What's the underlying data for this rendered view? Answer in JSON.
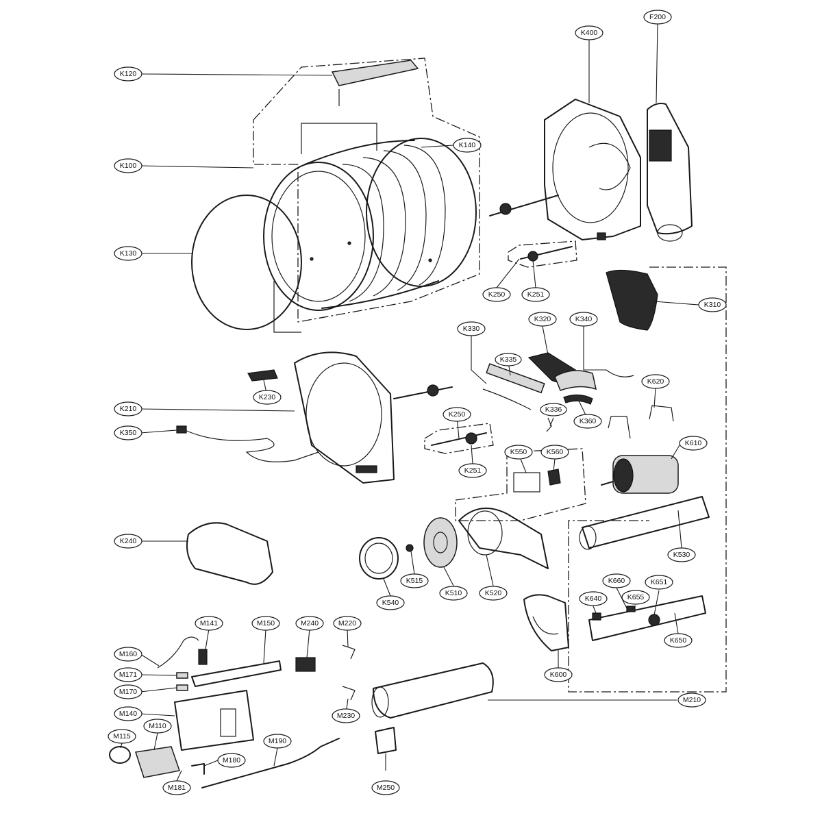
{
  "labels": [
    "K120",
    "K100",
    "K130",
    "K140",
    "K400",
    "F200",
    "K250",
    "K251",
    "K310",
    "K320",
    "K340",
    "K330",
    "K335",
    "K230",
    "K210",
    "K350",
    "K336",
    "K360",
    "K620",
    "K610",
    "K250",
    "K251",
    "K550",
    "K560",
    "K240",
    "K530",
    "K540",
    "K515",
    "K510",
    "K520",
    "K660",
    "K640",
    "K651",
    "K655",
    "K650",
    "K600",
    "M141",
    "M150",
    "M240",
    "M220",
    "M160",
    "M171",
    "M170",
    "M140",
    "M110",
    "M115",
    "M181",
    "M180",
    "M190",
    "M230",
    "M210",
    "M250"
  ]
}
